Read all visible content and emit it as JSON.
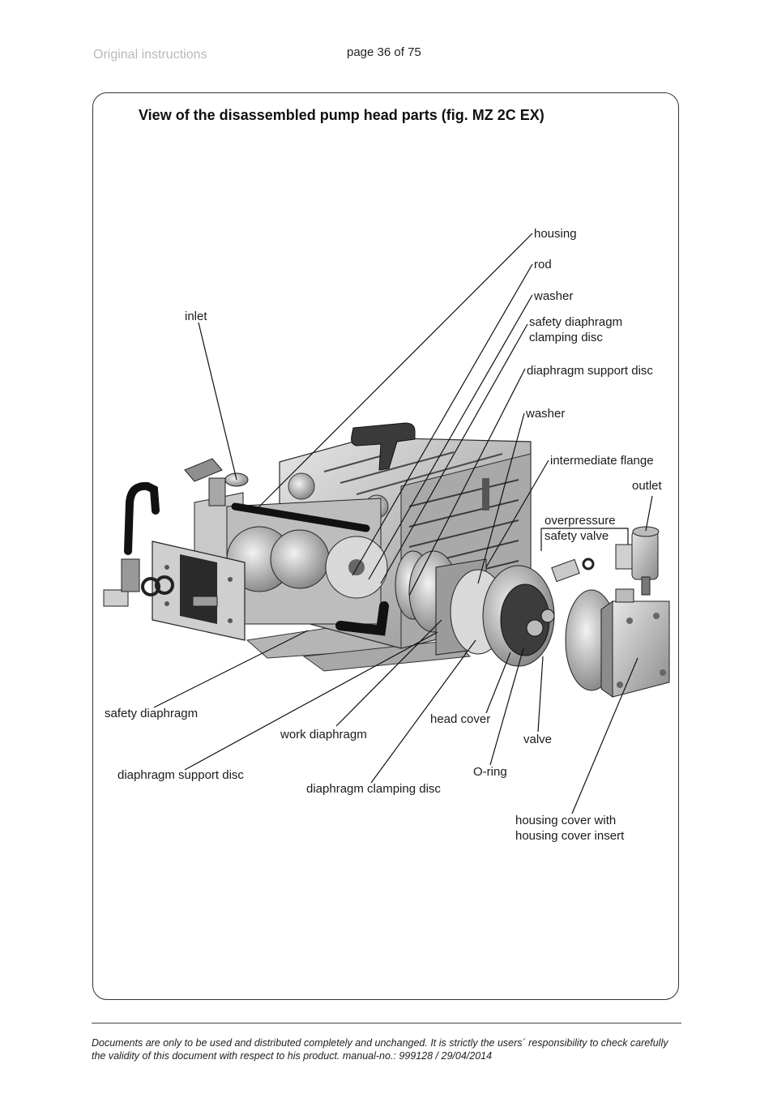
{
  "header": {
    "left": "Original instructions",
    "page": "page 36 of 75"
  },
  "figure": {
    "title": "View of the disassembled pump head parts (fig. MZ 2C EX)",
    "labels": {
      "housing": "housing",
      "rod": "rod",
      "washer_top": "washer",
      "safety_clamp_1": "safety diaphragm",
      "safety_clamp_2": "clamping disc",
      "support_disc_top": "diaphragm support disc",
      "washer_mid": "washer",
      "intermediate_flange": "intermediate flange",
      "outlet": "outlet",
      "overpressure_1": "overpressure",
      "overpressure_2": "safety valve",
      "inlet": "inlet",
      "safety_diaphragm": "safety diaphragm",
      "work_diaphragm": "work diaphragm",
      "head_cover": "head cover",
      "valve": "valve",
      "support_disc_bottom": "diaphragm support disc",
      "o_ring": "O-ring",
      "clamping_disc": "diaphragm clamping disc",
      "housing_cover_1": "housing cover with",
      "housing_cover_2": "housing cover insert"
    }
  },
  "footer": {
    "line1": "Documents are only to be used and distributed completely and unchanged. It is strictly the users´ responsibility to check carefully",
    "line2": "the validity of this document with respect to his product. manual-no.: 999128 / 29/04/2014"
  }
}
